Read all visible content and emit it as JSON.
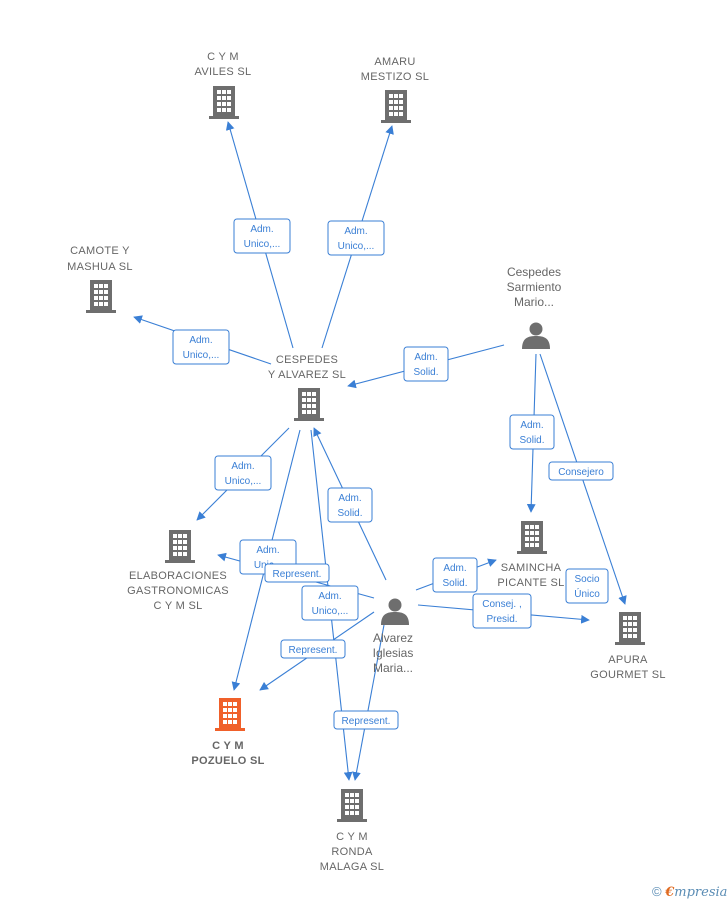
{
  "colors": {
    "edge": "#3a7fd5",
    "company": "#6e6e6e",
    "focus": "#f0602a",
    "person": "#6e6e6e"
  },
  "nodes": [
    {
      "id": "cym_aviles",
      "kind": "company",
      "label": [
        "C Y M",
        "AVILES  SL"
      ]
    },
    {
      "id": "amaru",
      "kind": "company",
      "label": [
        "AMARU",
        "MESTIZO  SL"
      ]
    },
    {
      "id": "camote",
      "kind": "company",
      "label": [
        "CAMOTE Y",
        "MASHUA  SL"
      ]
    },
    {
      "id": "cespedes_alvarez",
      "kind": "company",
      "label": [
        "CESPEDES",
        "Y ALVAREZ SL"
      ]
    },
    {
      "id": "cespedes_person",
      "kind": "person",
      "label": [
        "Cespedes",
        "Sarmiento",
        "Mario..."
      ]
    },
    {
      "id": "elaboraciones",
      "kind": "company",
      "label": [
        "ELABORACIONES",
        "GASTRONOMICAS",
        "C Y M  SL"
      ]
    },
    {
      "id": "samincha",
      "kind": "company",
      "label": [
        "SAMINCHA",
        "PICANTE  SL"
      ]
    },
    {
      "id": "alvarez_person",
      "kind": "person",
      "label": [
        "Alvarez",
        "Iglesias",
        "Maria..."
      ]
    },
    {
      "id": "apura",
      "kind": "company",
      "label": [
        "APURA",
        "GOURMET  SL"
      ]
    },
    {
      "id": "cym_pozuelo",
      "kind": "company",
      "focus": true,
      "label": [
        "C Y M",
        "POZUELO  SL"
      ]
    },
    {
      "id": "cym_ronda",
      "kind": "company",
      "label": [
        "C Y M",
        "RONDA",
        "MALAGA  SL"
      ]
    }
  ],
  "badges": [
    {
      "id": "b1",
      "lines": [
        "Adm.",
        "Unico,..."
      ]
    },
    {
      "id": "b2",
      "lines": [
        "Adm.",
        "Unico,..."
      ]
    },
    {
      "id": "b3",
      "lines": [
        "Adm.",
        "Unico,..."
      ]
    },
    {
      "id": "b4",
      "lines": [
        "Adm.",
        "Solid."
      ]
    },
    {
      "id": "b5",
      "lines": [
        "Adm.",
        "Solid."
      ]
    },
    {
      "id": "b6",
      "lines": [
        "Consejero"
      ]
    },
    {
      "id": "b7",
      "lines": [
        "Adm.",
        "Unico,..."
      ]
    },
    {
      "id": "b8",
      "lines": [
        "Adm.",
        "Solid."
      ]
    },
    {
      "id": "b9",
      "lines": [
        "Adm.",
        "Unic..."
      ]
    },
    {
      "id": "b10",
      "lines": [
        "Represent."
      ]
    },
    {
      "id": "b11",
      "lines": [
        "Adm.",
        "Unico,..."
      ]
    },
    {
      "id": "b12",
      "lines": [
        "Adm.",
        "Solid."
      ]
    },
    {
      "id": "b13",
      "lines": [
        "Socio",
        "Único"
      ]
    },
    {
      "id": "b14",
      "lines": [
        "Consej. ,",
        "Presid."
      ]
    },
    {
      "id": "b15",
      "lines": [
        "Represent."
      ]
    },
    {
      "id": "b16",
      "lines": [
        "Represent."
      ]
    }
  ],
  "footer": {
    "copyright": "©",
    "brand_initial": "€",
    "brand_rest": "mpresia"
  }
}
